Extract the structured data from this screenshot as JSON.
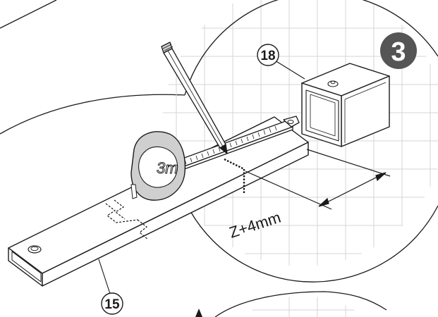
{
  "step": {
    "number": "3",
    "badge_color": "#555555"
  },
  "parts": [
    {
      "id": "profile-tube",
      "callout": "15"
    },
    {
      "id": "end-cap-block",
      "callout": "18"
    }
  ],
  "measurement": {
    "formula": "Z+4mm"
  },
  "tape_measure": {
    "label": "3m"
  },
  "colors": {
    "line": "#1a1a1a",
    "grid": "#d6d6d6",
    "tape_fill": "#cfcfcf",
    "badge": "#555555"
  }
}
